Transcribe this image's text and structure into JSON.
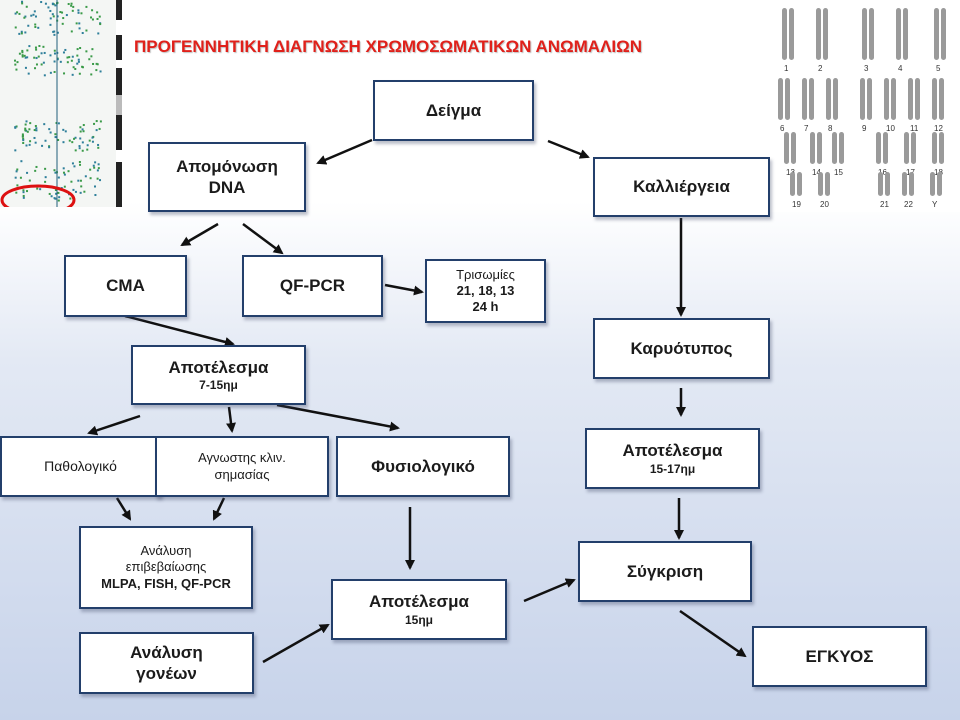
{
  "title": "ΠΡΟΓΕΝΝΗΤΙΚΗ ΔΙΑΓΝΩΣΗ ΧΡΩΜΟΣΩΜΑΤΙΚΩΝ ΑΝΩΜΑΛΙΩΝ",
  "colors": {
    "title": "#e0201a",
    "box_border": "#233f6b",
    "arrow": "#111111"
  },
  "nodes": {
    "sample": "Δείγμα",
    "dna_isolation_1": "Απομόνωση",
    "dna_isolation_2": "DNA",
    "culture": "Καλλιέργεια",
    "cma": "CMA",
    "qfpcr": "QF-PCR",
    "trisomies_1": "Τρισωμίες",
    "trisomies_2": "21, 18, 13",
    "trisomies_3": "24 h",
    "karyotype": "Καρυότυπος",
    "result_cma_1": "Αποτέλεσμα",
    "result_cma_2": "7-15ημ",
    "result_karyo_1": "Αποτέλεσμα",
    "result_karyo_2": "15-17ημ",
    "pathological": "Παθολογικό",
    "unknown_1": "Αγνωστης κλιν.",
    "unknown_2": "σημασίας",
    "normal": "Φυσιολογικό",
    "confirm_1": "Ανάλυση",
    "confirm_2": "επιβεβαίωσης",
    "confirm_3": "MLPA, FISH, QF-PCR",
    "result_15_1": "Αποτέλεσμα",
    "result_15_2": "15ημ",
    "comparison": "Σύγκριση",
    "parents_1": "Ανάλυση",
    "parents_2": "γονέων",
    "valid": "ΕΓΚΥΟΣ"
  },
  "karyogram_labels": [
    "1",
    "2",
    "3",
    "4",
    "5",
    "6",
    "7",
    "8",
    "9",
    "10",
    "11",
    "12",
    "13",
    "14",
    "15",
    "16",
    "17",
    "18",
    "19",
    "20",
    "21",
    "22",
    "Y"
  ],
  "icons": [
    "chromosome-array-plot-icon",
    "karyogram-image-icon"
  ]
}
